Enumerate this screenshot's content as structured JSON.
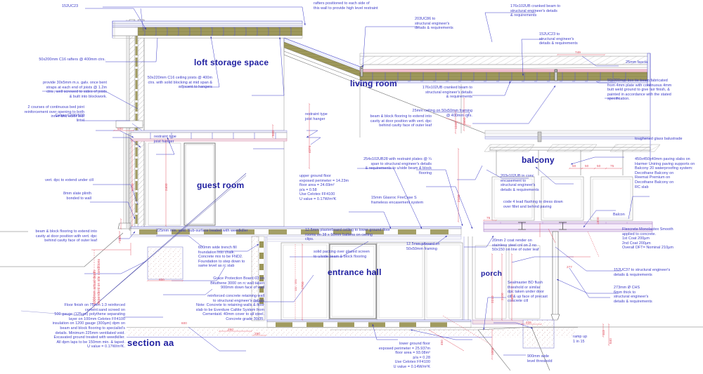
{
  "drawing": {
    "title": "section aa",
    "palette": {
      "annotation_blue": "#3b3bc8",
      "label_blue": "#1e1ea0",
      "dimension_red": "#e04a5a",
      "timber_olive": "#9a9456",
      "masonry_line": "#7a7a7a",
      "roof_pink": "#e8b6c6",
      "background": "#ffffff"
    }
  },
  "rooms": [
    {
      "name": "loft-storage-space",
      "label": "loft storage space"
    },
    {
      "name": "living-room",
      "label": "living room"
    },
    {
      "name": "guest-room",
      "label": "guest room"
    },
    {
      "name": "balcony",
      "label": "balcony"
    },
    {
      "name": "entrance-hall",
      "label": "entrance hall"
    },
    {
      "name": "porch",
      "label": "porch"
    }
  ],
  "notes": {
    "n01": "152UC23",
    "n02": "50x200mm C16 rafters @ 400mm ctrs.",
    "n03": "provide 30x5mm m.s. galv. once bent\nstraps at each end of joists @ 1.2m\nctrs., well screwed to sides of joists\n& built into blockwork.",
    "n04": "2 courses of continuous bed joint\nreinforcement over opening to both\ninner and outer leaf",
    "n05": "Catnic CX90/100\nlintel",
    "n06": "vert. dpc to extend under cill",
    "n07": "8mm slate plinth\nbonded to wall",
    "n08": "beam & block flooring to extend into\ncavity at door position with vert. dpc\nbehind cavity face of outer leaf",
    "n09": "Floor finish on 75mm 1:3 reinforced\ncement:sand screed on\n500 gauge (125µm) polythene separating\nlayer on  100mm Celotex FF4100\ninsulation on 1200 gauge (300µm) dpm on\nbeam and block flooring to specialist's\ndetails. Minimum 225mm ventilated void.\nExcavated ground treated with weedkiller.\nAll  dpm laps to be 150mm min. & taped.\nU value = 0.17W/m²K.",
    "n10": "50x220mm C16 ceiling joists @ 400m\nctrs. with solid blocking at mid span &\nadjacent to hangers",
    "n11": "restraint type\njoist hanger",
    "n12": "restraint type\njoist hanger",
    "n13": "225mm min. void. Sub-surface treated with weedkiller",
    "n14": "600mm wide trench fill\nfoundation into chalk.\nConcrete mix to be FND2.\nFoundation to step down to\nsame level as rc slab",
    "n15": "Grace Protection Board 03 on\nBituthene 3000 on rc wall taken\n900mm down face of wall",
    "n16": "reinforced concrete retaining wall\nto structural engineer's details\nNote: Concrete to retaining walls & floor\nslab to be Everdure Caltite System from\nCementaid. 40mm cover to all steel.\nConcrete grade 30/35.",
    "n17": "rafters positioned to each side of\nthis wall to provide high level restraint",
    "n18": "203UC86 to\nstructural engineer's\ndetails & requirements",
    "n19": "176x102UB cranked beam to\nstructural engineer's details\n& requirements",
    "n20": "152UC23 to\nstructural engineer's\ndetails & requirements",
    "n21": "25mm fascia",
    "n22": "50x300mm box tie beam fabricated\nfrom 4mm plate with continuous 4mm\nbutt weld ground to give fair finish, &\npainted in accordance with the stated\nspecification.",
    "n23": "176x102UB cranked beam to\nstructural engineer's details\n& requirements",
    "n24": "25mm ceiling on 50x50mm framing\n@ 400mm ctrs.",
    "n25": "beam & block flooring to extend into\ncavity at door position with vert. dpc\nbehind cavity face of outer leaf",
    "n26": "254x102UB28 with restraint plates @ ¼\nspan to structural engineer's details\n& requirements to u/side beam & block\nflooring",
    "n27": "upper ground floor\nexposed perimeter = 14.23m\nfloor area = 24.69m²\np/a = 0.58\nUse Celotex FF4100\nU value = 0.17W/m²K",
    "n28": "15mm Glasroc FireCase S\nframeless encasement system",
    "n29": "12.5mm plasterboard ceiling to lower ground floor\nrooms on 38 x 50mm battens on ceiling\nclips.",
    "n30": "solid packing over glazed screen\nto u/side beam & block flooring",
    "n31": "12.5mm p/board on\n50x50mm framing",
    "n32": "toughened glass balustrade",
    "n33": "450x450x40mm paving slabs on\nHarmer Uniring paving supports on\nBalcony 20 waterproofing system:\nDecothane Balcony on\nReemat Premium on\nDecothane Balcony on\nRC slab",
    "n34": "203x102UB in conc\nencasement to\nstructural engineer's\ndetails & requirements",
    "n35": "code 4 lead flashing to dress down\nover fillet and behind paving",
    "n36": "Flexcrete Monolastex Smooth\napplied to concrete.\n1st Coat 200µm\n2nd Coat 200µm\nOverall DFT= Nominal 210µm",
    "n37": "20mm 2 coat render on\nstainless steel cnl on 2 no\n50x150 on line of  outer leaf",
    "n38": "152UC37 to structural engineer's\ndetails & requirements",
    "n39": "273mm Ø CHS\n6mm thick to\nstructural engineer's\ndetails & requirements",
    "n40": "Sealmaster BD flush\nthreshold or similar\ndpc taken under door\ncill & up face of precast\nconcrete cill",
    "n41": "ramp up\n1 in 15",
    "n42": "900mm wide\nlevel threshold",
    "n43": "lower ground floor\nexposed perimeter = 25.937m\nfloor area = 93.08m²\np/a = 0.28\nUse Celotex FF4100\nU value = 0.14W/m²K",
    "n44": "Balcon"
  },
  "dimensions": {
    "d500": "500",
    "d2100": "2100",
    "d2400": "2400",
    "d600": "600",
    "d600b": "600",
    "d1000": "1000mm  actual depth\ndependent on site conditions",
    "d2700": "2700",
    "d111_151": "111 - 151",
    "d250": "250",
    "d250b": "250",
    "d749": "749",
    "d1660": "1660",
    "d1240": "1240",
    "d2100r": "2100",
    "d75a": "75",
    "d75b": "75",
    "d50a": "50",
    "d50b": "50",
    "d50c": "50",
    "d50d": "50",
    "d1000b": "1000",
    "d4374": "4374",
    "d2210": "2210",
    "d2100c": "2100",
    "d2400b": "2400",
    "d277": "277",
    "d406": "406",
    "d113": "113",
    "d840": "840",
    "d1000c": "1000",
    "d920": "920",
    "d450": "450",
    "d150": "150"
  }
}
